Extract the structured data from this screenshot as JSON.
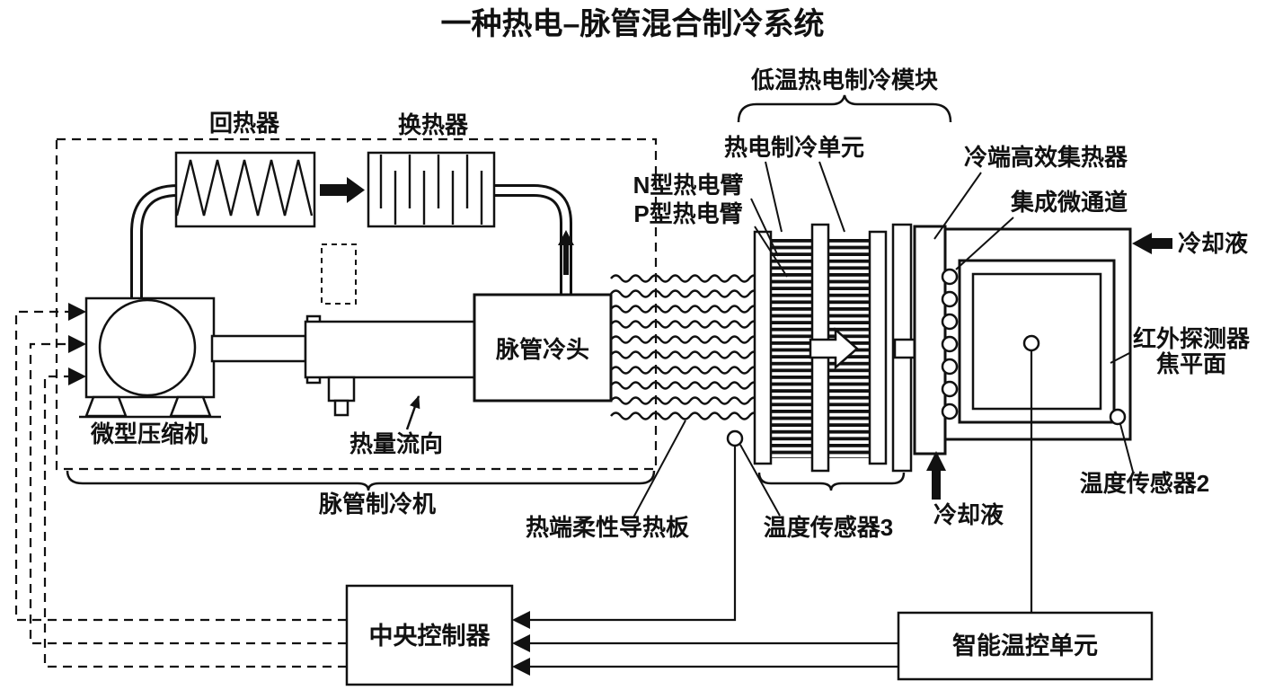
{
  "title": "一种热电–脉管混合制冷系统",
  "labels": {
    "regenerator": "回热器",
    "heat_exchanger": "换热器",
    "tec_module_group": "低温热电制冷模块",
    "tec_unit": "热电制冷单元",
    "cold_collector": "冷端高效集热器",
    "n_arm": "N型热电臂",
    "p_arm": "P型热电臂",
    "microchannel": "集成微通道",
    "coolant_in": "冷却液",
    "coolant_out": "冷却液",
    "pulse_cold_head": "脉管冷头",
    "ir_detector_line1": "红外探测器",
    "ir_detector_line2": "焦平面",
    "compressor": "微型压缩机",
    "heat_flow": "热量流向",
    "pulse_tube_cooler": "脉管制冷机",
    "flexible_plate": "热端柔性导热板",
    "sensor3": "温度传感器3",
    "sensor2": "温度传感器2",
    "central_controller": "中央控制器",
    "smart_temp_unit": "智能温控单元"
  },
  "colors": {
    "line": "#111111",
    "background": "#ffffff"
  }
}
